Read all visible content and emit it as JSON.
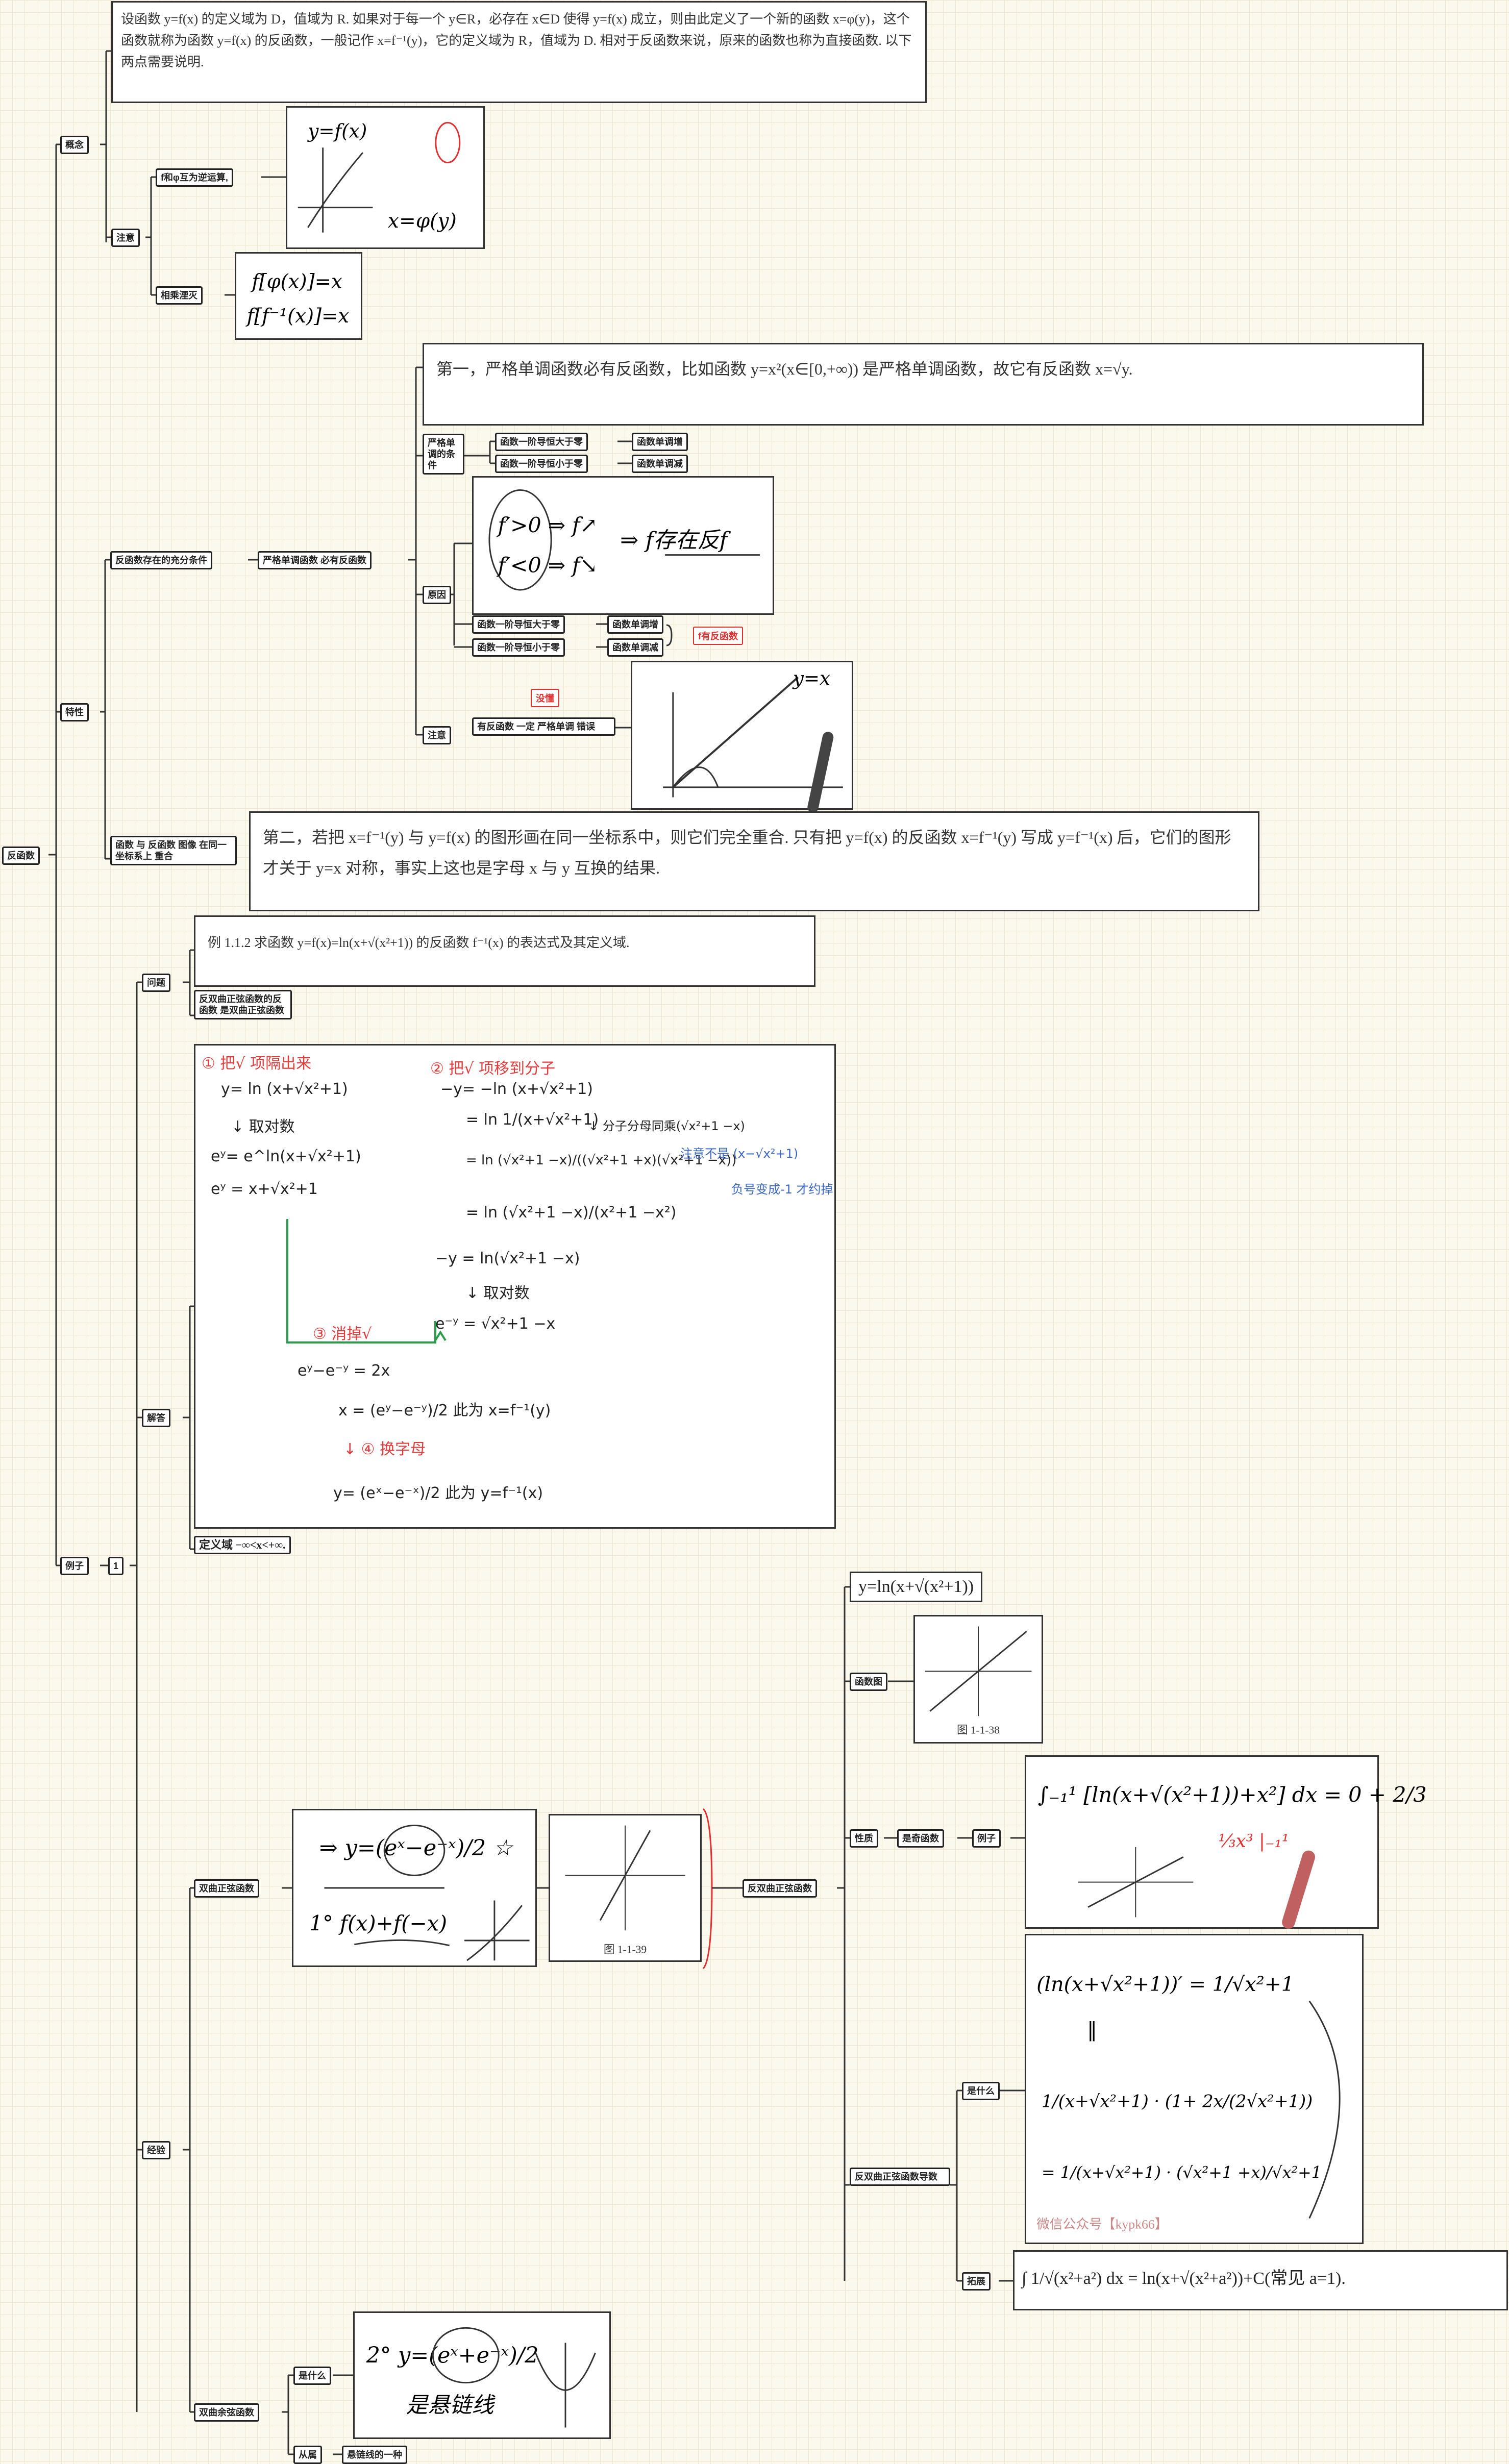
{
  "root": "反函数",
  "concept": {
    "label": "概念",
    "definition": "设函数 y=f(x) 的定义域为 D，值域为 R. 如果对于每一个 y∈R，必存在 x∈D 使得 y=f(x) 成立，则由此定义了一个新的函数 x=φ(y)，这个函数就称为函数 y=f(x) 的反函数，一般记作 x=f⁻¹(y)，它的定义域为 R，值域为 D. 相对于反函数来说，原来的函数也称为直接函数. 以下两点需要说明.",
    "note": "注意",
    "inverse_op": "f和φ互为逆运算,",
    "cancel": "相乘湮灭",
    "hand_sketch1": [
      "y=f(x)",
      "x=φ(y)"
    ],
    "hand_sketch2": [
      "f[φ(x)]=x",
      "f[f⁻¹(x)]=x"
    ]
  },
  "property": {
    "label": "特性",
    "existence": "反函数存在的充分条件",
    "strict_mono": "严格单调函数 必有反函数",
    "first_point": "第一，严格单调函数必有反函数，比如函数 y=x²(x∈[0,+∞)) 是严格单调函数，故它有反函数 x=√y.",
    "condition_label": "严格单调的条件",
    "rows": [
      {
        "a": "函数一阶导恒大于零",
        "b": "函数单调增"
      },
      {
        "a": "函数一阶导恒小于零",
        "b": "函数单调减"
      }
    ],
    "reason_label": "原因",
    "reason_rows": [
      {
        "a": "函数一阶导恒大于零",
        "b": "函数单调增"
      },
      {
        "a": "函数一阶导恒小于零",
        "b": "函数单调减"
      }
    ],
    "has_inverse": "f有反函数",
    "reason_hand": [
      "f′>0 ⇒ f↗",
      "f′<0 ⇒ f↘",
      "⇒ f存在反f"
    ],
    "note_label": "注意",
    "wrong_claim": "有反函数 一定 严格单调 错误",
    "no_hint": "没懂",
    "note_hand": "y=x",
    "same_graph": "函数 与 反函数 图像 在同一坐标系上 重合",
    "second_point": "第二，若把 x=f⁻¹(y) 与 y=f(x) 的图形画在同一坐标系中，则它们完全重合. 只有把 y=f(x) 的反函数 x=f⁻¹(y) 写成 y=f⁻¹(x) 后，它们的图形才关于 y=x 对称，事实上这也是字母 x 与 y 互换的结果."
  },
  "example": {
    "label": "例子",
    "number": "1",
    "question_label": "问题",
    "question_text": "例 1.1.2  求函数 y=f(x)=ln(x+√(x²+1)) 的反函数 f⁻¹(x) 的表达式及其定义域.",
    "question_note": "反双曲正弦函数的反函数 是双曲正弦函数",
    "answer_label": "解答",
    "domain_text": "定义域 −∞<x<+∞.",
    "solution": {
      "l1": "① 把√ 项隔出来",
      "l2": "y= ln (x+√x²+1)",
      "l3": "↓ 取对数",
      "l4": "eʸ= e^ln(x+√x²+1)",
      "l5": "eʸ = x+√x²+1",
      "r1": "② 把√ 项移到分子",
      "r2": "−y= −ln (x+√x²+1)",
      "r3": "= ln 1/(x+√x²+1)",
      "r3n": "↓ 分子分母同乘(√x²+1 −x)",
      "r4": "= ln (√x²+1 −x)/((√x²+1 +x)(√x²+1 −x))",
      "r4n": "注意不是 (x−√x²+1)",
      "r4n2": "负号变成-1 才约掉",
      "r5": "= ln (√x²+1 −x)/(x²+1 −x²)",
      "r6": "−y = ln(√x²+1 −x)",
      "r7": "↓ 取对数",
      "r8": "e⁻ʸ = √x²+1 −x",
      "g": "③ 消掉√",
      "b1": "eʸ−e⁻ʸ = 2x",
      "b2": "x = (eʸ−e⁻ʸ)/2     此为 x=f⁻¹(y)",
      "b3": "↓ ④ 换字母",
      "b4": "y= (eˣ−e⁻ˣ)/2     此为 y=f⁻¹(x)"
    },
    "experience_label": "经验",
    "sinh_label": "双曲正弦函数",
    "sinh_hand": [
      "⇒ y=(eˣ−e⁻ˣ)/2 ☆",
      "1° f(x)+f(−x)"
    ],
    "sinh_fig_caption": "图 1-1-39",
    "arsinh_label": "反双曲正弦函数",
    "arsinh_formula": "y=ln(x+√(x²+1))",
    "graph_label": "函数图",
    "arsinh_fig_caption": "图 1-1-38",
    "nature_label": "性质",
    "odd_label": "是奇函数",
    "example_label": "例子",
    "example_hand": "∫₋₁¹ [ln(x+√(x²+1))+x²] dx = 0 + 2/3",
    "example_hand2": "⅓x³ |₋₁¹",
    "derivative_label": "反双曲正弦函数导数",
    "what_label": "是什么",
    "deriv_hand": [
      "(ln(x+√x²+1))′ = 1/√x²+1",
      "‖",
      "1/(x+√x²+1) · (1+ 2x/(2√x²+1))",
      "= 1/(x+√x²+1) · (√x²+1 +x)/√x²+1"
    ],
    "watermark": "微信公众号【kypk66】",
    "extend_label": "拓展",
    "extend_formula": "∫ 1/√(x²+a²) dx = ln(x+√(x²+a²))+C(常见 a=1).",
    "cosh_label": "双曲余弦函数",
    "cosh_what": "是什么",
    "cosh_hand": [
      "2° y=(eˣ+e⁻ˣ)/2",
      "是悬链线"
    ],
    "belongs_label": "从属",
    "belongs_value": "悬链线的一种"
  }
}
